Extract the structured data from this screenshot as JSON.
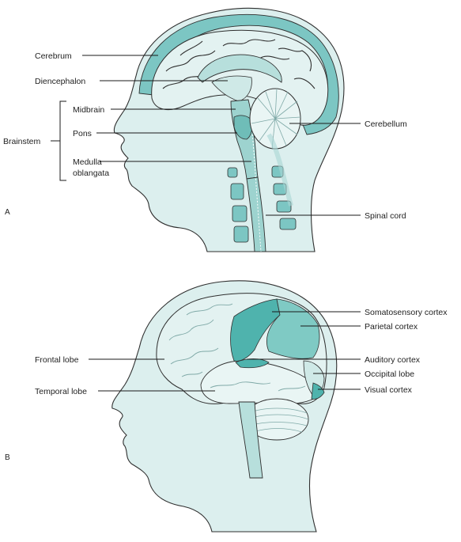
{
  "panels": [
    {
      "letter": "A",
      "labels": {
        "cerebrum": "Cerebrum",
        "diencephalon": "Diencephalon",
        "midbrain": "Midbrain",
        "pons": "Pons",
        "medulla_line1": "Medulla",
        "medulla_line2": "oblangata",
        "brainstem": "Brainstem",
        "cerebellum": "Cerebellum",
        "spinal_cord": "Spinal cord"
      }
    },
    {
      "letter": "B",
      "labels": {
        "somatosensory_cortex": "Somatosensory cortex",
        "parietal_cortex": "Parietal cortex",
        "frontal_lobe": "Frontal lobe",
        "auditory_cortex": "Auditory cortex",
        "occipital_lobe": "Occipital lobe",
        "temporal_lobe": "Temporal lobe",
        "visual_cortex": "Visual cortex"
      }
    }
  ],
  "colors": {
    "skin": "#dcefee",
    "skull": "#7cc6c3",
    "brain_light": "#e3f2f1",
    "brain_mid": "#b7dfdc",
    "cortex_dark": "#4fb3ad",
    "cortex_mid": "#7fcac4",
    "outline": "#2f2f2f"
  }
}
